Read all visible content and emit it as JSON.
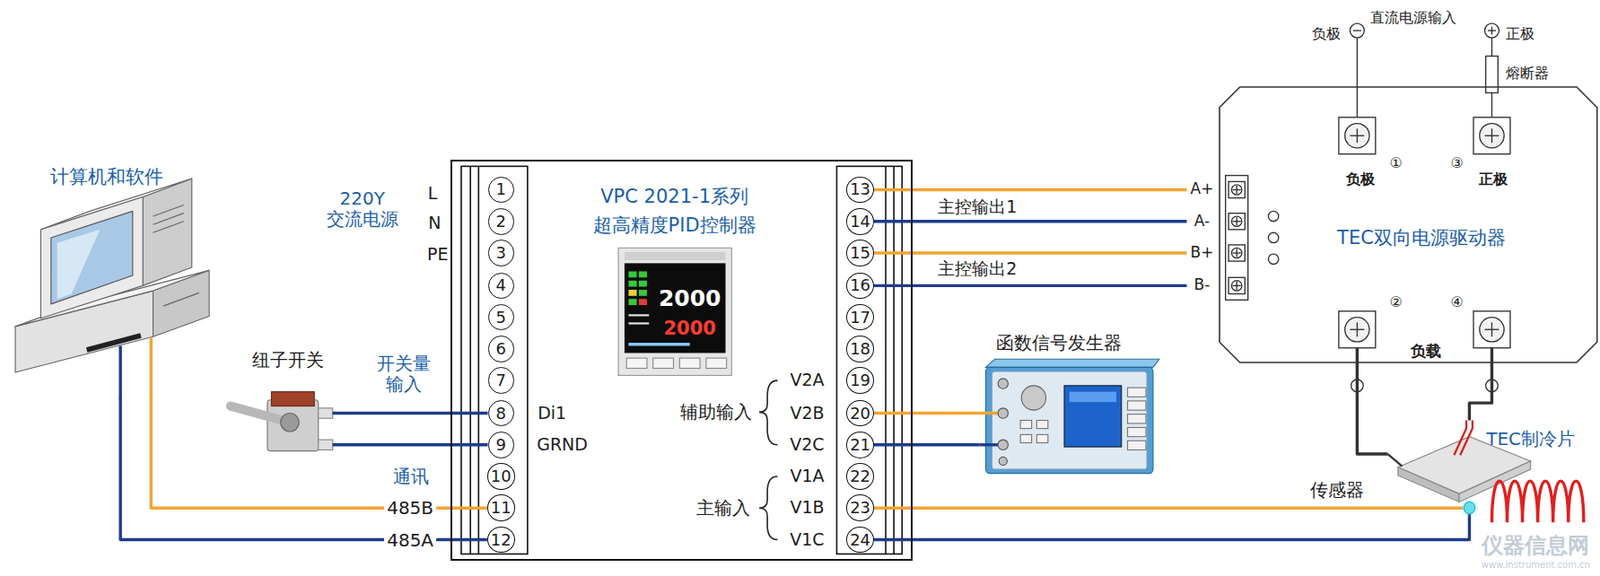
{
  "diagram": {
    "nodes": [
      {
        "text": [
          "计算机和软件"
        ]
      },
      {
        "text": [
          "VPC 2021-1系列 超高精度PID控制器"
        ]
      },
      {
        "text": [
          "1"
        ],
        "in": 1
      },
      {
        "text": [
          "2"
        ],
        "in": 1
      },
      {
        "text": [
          "3"
        ],
        "in": 1
      },
      {
        "text": [
          "4"
        ],
        "in": 1
      },
      {
        "text": [
          "5"
        ],
        "in": 1
      },
      {
        "text": [
          "6"
        ],
        "in": 1
      },
      {
        "text": [
          "7"
        ],
        "in": 1
      },
      {
        "text": [
          "8"
        ],
        "in": 1
      },
      {
        "text": [
          "9"
        ],
        "in": 1
      },
      {
        "text": [
          "10"
        ],
        "in": 1
      },
      {
        "text": [
          "11"
        ],
        "in": 1
      },
      {
        "text": [
          "12"
        ],
        "in": 1
      },
      {
        "text": [
          "13"
        ],
        "in": 1
      },
      {
        "text": [
          "14"
        ],
        "in": 1
      },
      {
        "text": [
          "15"
        ],
        "in": 1
      },
      {
        "text": [
          "16"
        ],
        "in": 1
      },
      {
        "text": [
          "17"
        ],
        "in": 1
      },
      {
        "text": [
          "18"
        ],
        "in": 1
      },
      {
        "text": [
          "19"
        ],
        "in": 1
      },
      {
        "text": [
          "20"
        ],
        "in": 1
      },
      {
        "text": [
          "21"
        ],
        "in": 1
      },
      {
        "text": [
          "22"
        ],
        "in": 1
      },
      {
        "text": [
          "23"
        ],
        "in": 1
      },
      {
        "text": [
          "24"
        ],
        "in": 1
      },
      {
        "text": [
          "纽子开关"
        ]
      },
      {
        "text": [
          "函数信号发生器"
        ]
      },
      {
        "text": [
          "TEC双向电源驱动器"
        ]
      },
      {
        "text": [
          "A+"
        ],
        "in": 28
      },
      {
        "text": [
          "A-"
        ],
        "in": 28
      },
      {
        "text": [
          "B+"
        ],
        "in": 28
      },
      {
        "text": [
          "B-"
        ],
        "in": 28
      },
      {
        "text": [
          "①",
          "负极"
        ],
        "in": 28
      },
      {
        "text": [
          "③",
          "正极"
        ],
        "in": 28
      },
      {
        "text": [
          "②"
        ],
        "in": 28
      },
      {
        "text": [
          "④"
        ],
        "in": 28
      },
      {
        "text": [
          "传感器"
        ]
      },
      {
        "text": [
          "TEC制冷片"
        ]
      }
    ],
    "edges": [
      {
        "from": 0,
        "to": 12,
        "arrow": "none",
        "label": "485B"
      },
      {
        "from": 0,
        "to": 13,
        "arrow": "none",
        "label": "485A"
      },
      {
        "from": 26,
        "to": 9,
        "arrow": "none"
      },
      {
        "from": 26,
        "to": 10,
        "arrow": "none"
      },
      {
        "from": 14,
        "to": 29,
        "arrow": "none"
      },
      {
        "from": 15,
        "to": 30,
        "arrow": "none"
      },
      {
        "from": 16,
        "to": 31,
        "arrow": "none"
      },
      {
        "from": 17,
        "to": 32,
        "arrow": "none"
      },
      {
        "from": 21,
        "to": 27,
        "arrow": "none"
      },
      {
        "from": 22,
        "to": 27,
        "arrow": "none"
      },
      {
        "from": 24,
        "to": 37,
        "arrow": "none"
      },
      {
        "from": 25,
        "to": 37,
        "arrow": "none"
      },
      {
        "from": 35,
        "to": 38,
        "arrow": "none"
      },
      {
        "from": 36,
        "to": 38,
        "arrow": "none"
      }
    ],
    "labels": [
      "220Y 交流电源",
      "L",
      "N",
      "PE",
      "开关量 输入",
      "Di1",
      "GRND",
      "通讯",
      "2000",
      "2000",
      "辅助输入",
      "V2A",
      "V2B",
      "V2C",
      "主输入",
      "V1A",
      "V1B",
      "V1C",
      "主控输出1",
      "主控输出2",
      "直流电源输入",
      "负极",
      "正极",
      "熔断器",
      "负载",
      "仪器信息网",
      "www.instrument.com.cn"
    ]
  }
}
